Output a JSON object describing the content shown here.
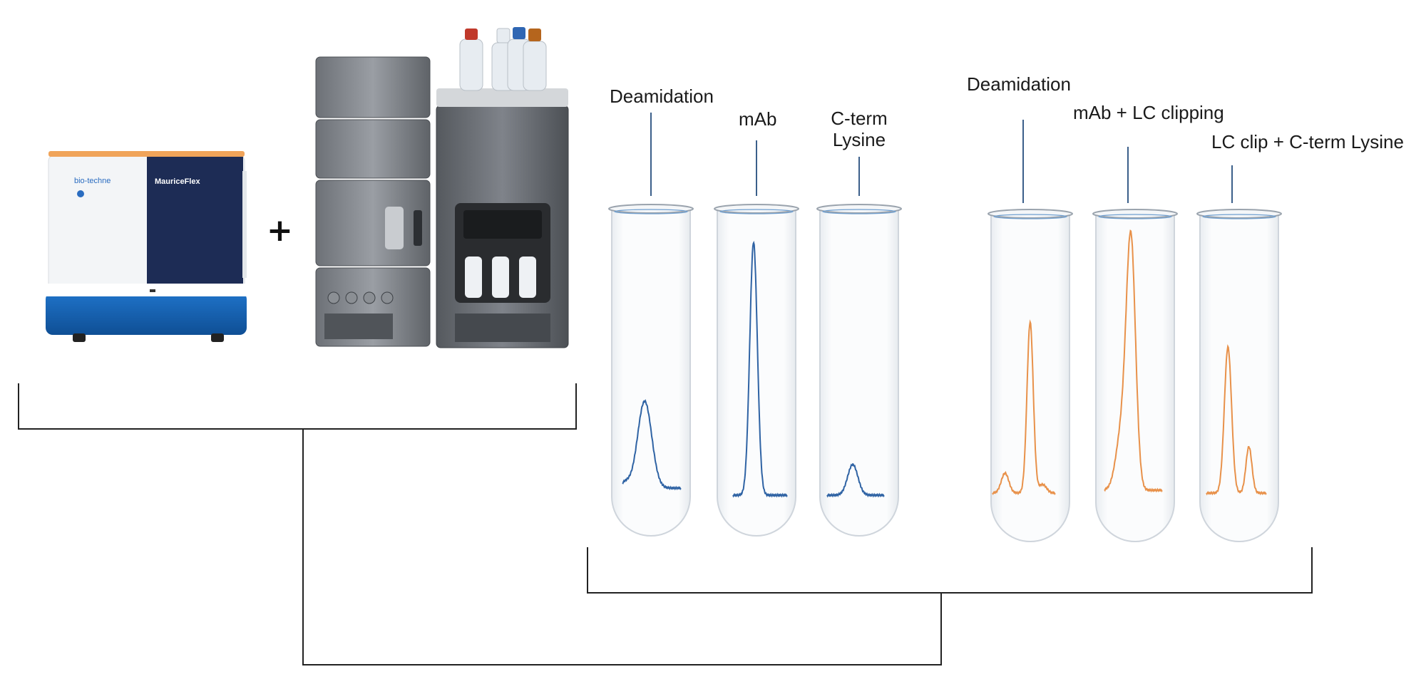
{
  "plus_sign": "+",
  "instrument_a": {
    "brand": "bio-techne",
    "model": "MauriceFlex"
  },
  "group1": {
    "peaks": [
      {
        "label": "Deamidation",
        "trace_color": "#2f63a4"
      },
      {
        "label": "mAb",
        "trace_color": "#2f63a4"
      },
      {
        "label_line1": "C-term",
        "label_line2": "Lysine",
        "trace_color": "#2f63a4"
      }
    ]
  },
  "group2": {
    "peaks": [
      {
        "label": "Deamidation",
        "trace_color": "#e8914a"
      },
      {
        "label": "mAb + LC clipping",
        "trace_color": "#e8914a"
      },
      {
        "label": "LC clip + C-term Lysine",
        "trace_color": "#e8914a"
      }
    ]
  },
  "colors": {
    "tube_outline": "#cfd5dc",
    "tube_rim": "#9aa3ad",
    "bracket": "#222222",
    "pointer": "#3b5f8a"
  }
}
